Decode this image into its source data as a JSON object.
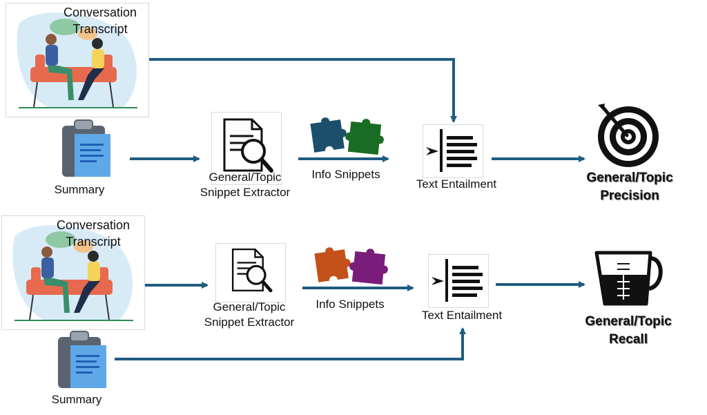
{
  "top_row": {
    "transcript_label_1": "Conversation",
    "transcript_label_2": "Transcript",
    "summary_label": "Summary",
    "extractor_label_1": "General/Topic",
    "extractor_label_2": "Snippet Extractor",
    "snippets_label": "Info Snippets",
    "entailment_label": "Text Entailment",
    "output_label_1": "General/Topic",
    "output_label_2": "Precision",
    "puzzle_colors": [
      "#1b4f6b",
      "#1a6b24"
    ]
  },
  "bottom_row": {
    "transcript_label_1": "Conversation",
    "transcript_label_2": "Transcript",
    "summary_label": "Summary",
    "extractor_label_1": "General/Topic",
    "extractor_label_2": "Snippet Extractor",
    "snippets_label": "Info Snippets",
    "entailment_label": "Text Entailment",
    "output_label_1": "General/Topic",
    "output_label_2": "Recall",
    "puzzle_colors": [
      "#c4501a",
      "#7a1d7a"
    ]
  },
  "colors": {
    "arrow": "#1f5c80",
    "accent_blue": "#4a90d9"
  }
}
